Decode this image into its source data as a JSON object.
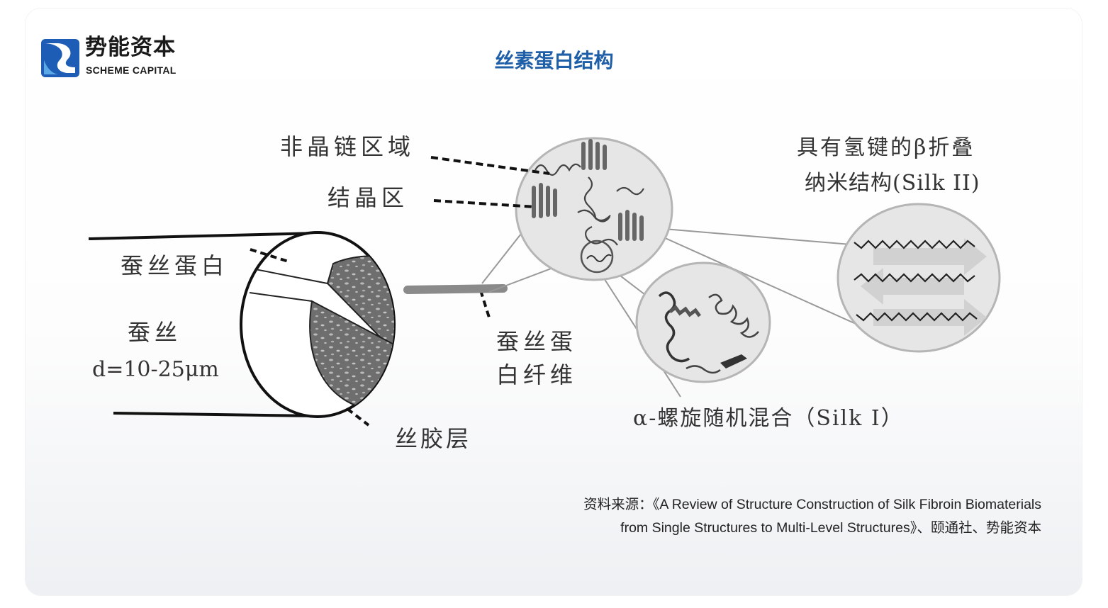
{
  "header": {
    "brand_cn": "势能资本",
    "brand_en": "SCHEME CAPITAL",
    "title": "丝素蛋白结构"
  },
  "labels": {
    "amorphous": "非晶链区域",
    "crystalline": "结晶区",
    "beta_sheet_line1": "具有氢键的β折叠",
    "beta_sheet_line2": "纳米结构(Silk II)",
    "fibroin": "蚕丝蛋白",
    "silk": "蚕丝",
    "diameter": "d=10-25μm",
    "fibril_line1": "蚕丝蛋",
    "fibril_line2": "白纤维",
    "sericin": "丝胶层",
    "alpha_helix": "α-螺旋随机混合（Silk I）"
  },
  "source": {
    "line1": "资料来源：《A Review of Structure Construction of Silk Fibroin Biomaterials",
    "line2": "from Single Structures to Multi-Level Structures》、颐通社、势能资本"
  },
  "colors": {
    "title": "#1f5fa8",
    "logo_blue": "#1d5db5",
    "logo_light": "#5aa9e6",
    "diagram_ink": "#1a1a1a",
    "bubble_fill": "#e6e6e6"
  }
}
